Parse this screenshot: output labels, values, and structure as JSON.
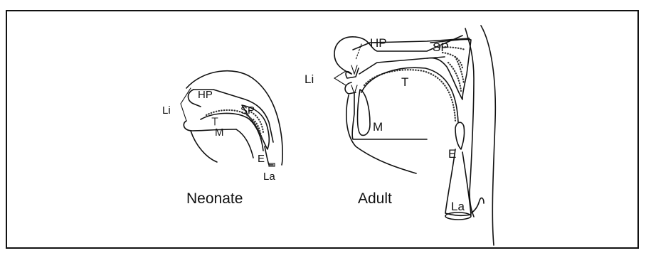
{
  "figures": {
    "neonate": {
      "caption": "Neonate",
      "labels": {
        "hp": "HP",
        "sp": "SP",
        "li": "Li",
        "m": "M",
        "e": "E",
        "la": "La"
      }
    },
    "adult": {
      "caption": "Adult",
      "labels": {
        "hp": "HP",
        "sp": "SP",
        "li": "Li",
        "t": "T",
        "m": "M",
        "e": "E",
        "la": "La"
      }
    }
  }
}
